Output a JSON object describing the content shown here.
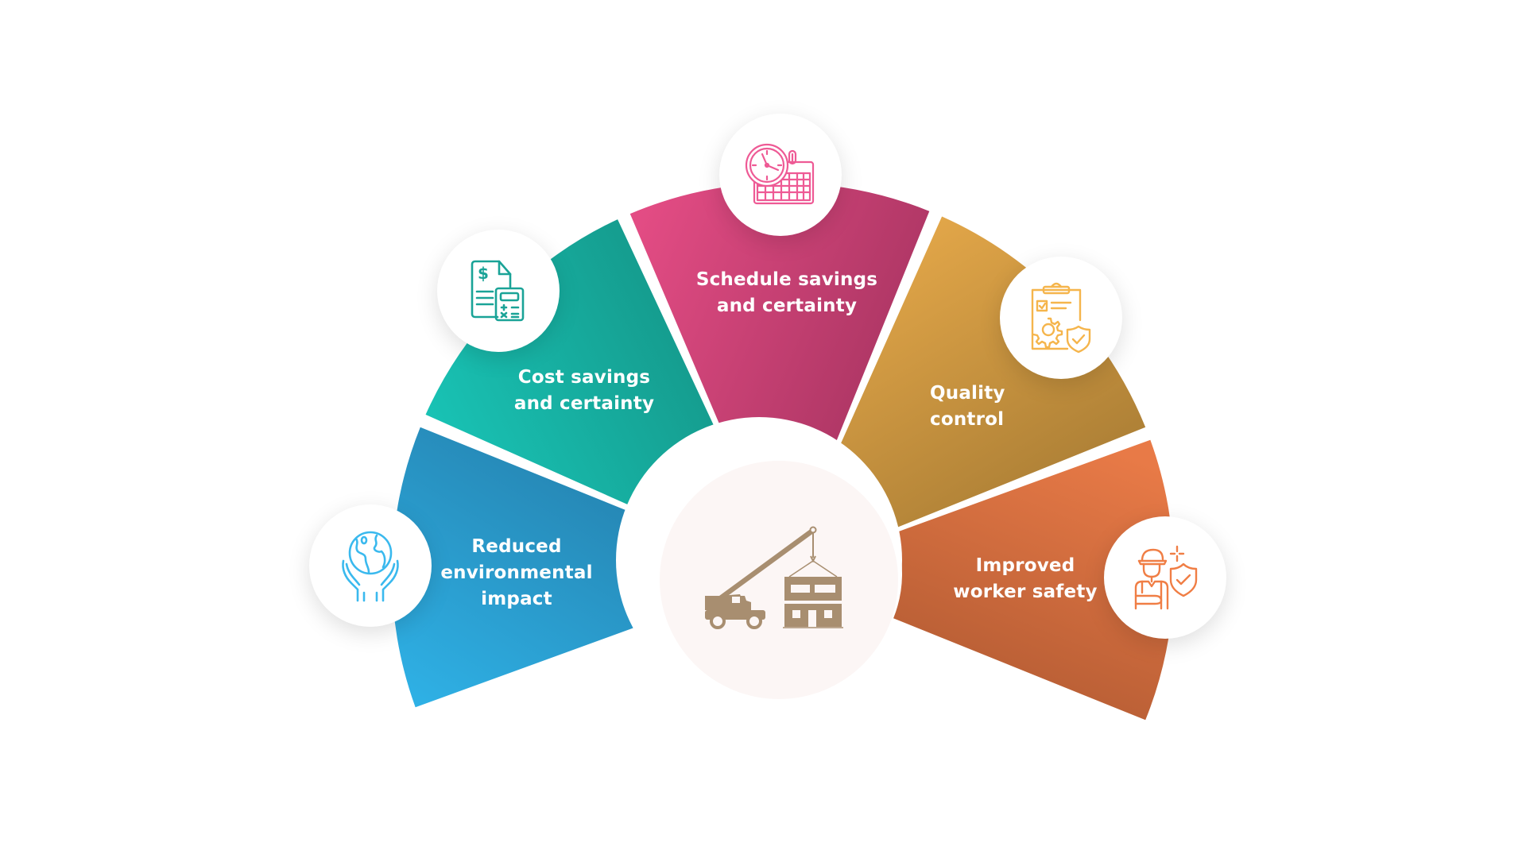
{
  "diagram": {
    "type": "semicircular-segment-infographic",
    "center": {
      "icon": "crane-lifting-modular-building-icon",
      "icon_color": "#a88e70",
      "background_color": "#fcf6f5"
    },
    "segments": [
      {
        "id": "environment",
        "label_line1": "Reduced",
        "label_line2": "environmental",
        "label_line3": "impact",
        "icon": "globe-in-hands-icon",
        "color_start": "#2fb3e8",
        "color_end": "#2583b0",
        "icon_color": "#3ab9ee"
      },
      {
        "id": "cost",
        "label_line1": "Cost savings",
        "label_line2": "and certainty",
        "icon": "invoice-calculator-icon",
        "color_start": "#19c6b8",
        "color_end": "#149486",
        "icon_color": "#1aa397"
      },
      {
        "id": "schedule",
        "label_line1": "Schedule savings",
        "label_line2": "and certainty",
        "icon": "clock-calendar-icon",
        "color_start": "#e34c84",
        "color_end": "#a83461",
        "icon_color": "#ee5a95"
      },
      {
        "id": "quality",
        "label_line1": "Quality",
        "label_line2": "control",
        "icon": "clipboard-gear-shield-icon",
        "color_start": "#e6a94a",
        "color_end": "#a57a33",
        "icon_color": "#f5b54c"
      },
      {
        "id": "safety",
        "label_line1": "Improved",
        "label_line2": "worker safety",
        "icon": "injured-worker-shield-icon",
        "color_start": "#e87a47",
        "color_end": "#b15a32",
        "icon_color": "#f07e45"
      }
    ]
  }
}
